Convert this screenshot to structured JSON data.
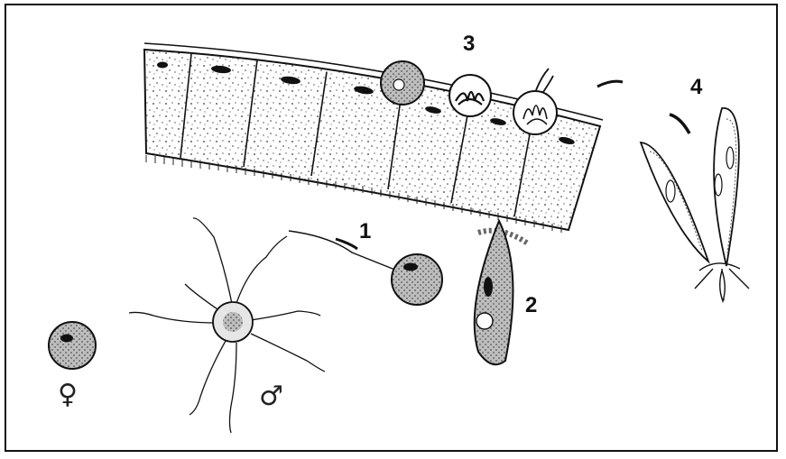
{
  "labels": {
    "stage_1": "1",
    "stage_2": "2",
    "stage_3": "3",
    "stage_4": "4"
  },
  "symbols": {
    "female": "♀",
    "male": "♂"
  },
  "colors": {
    "ink": "#111111",
    "cell_fill": "#d8d8d8",
    "dark_fill": "#444444"
  }
}
